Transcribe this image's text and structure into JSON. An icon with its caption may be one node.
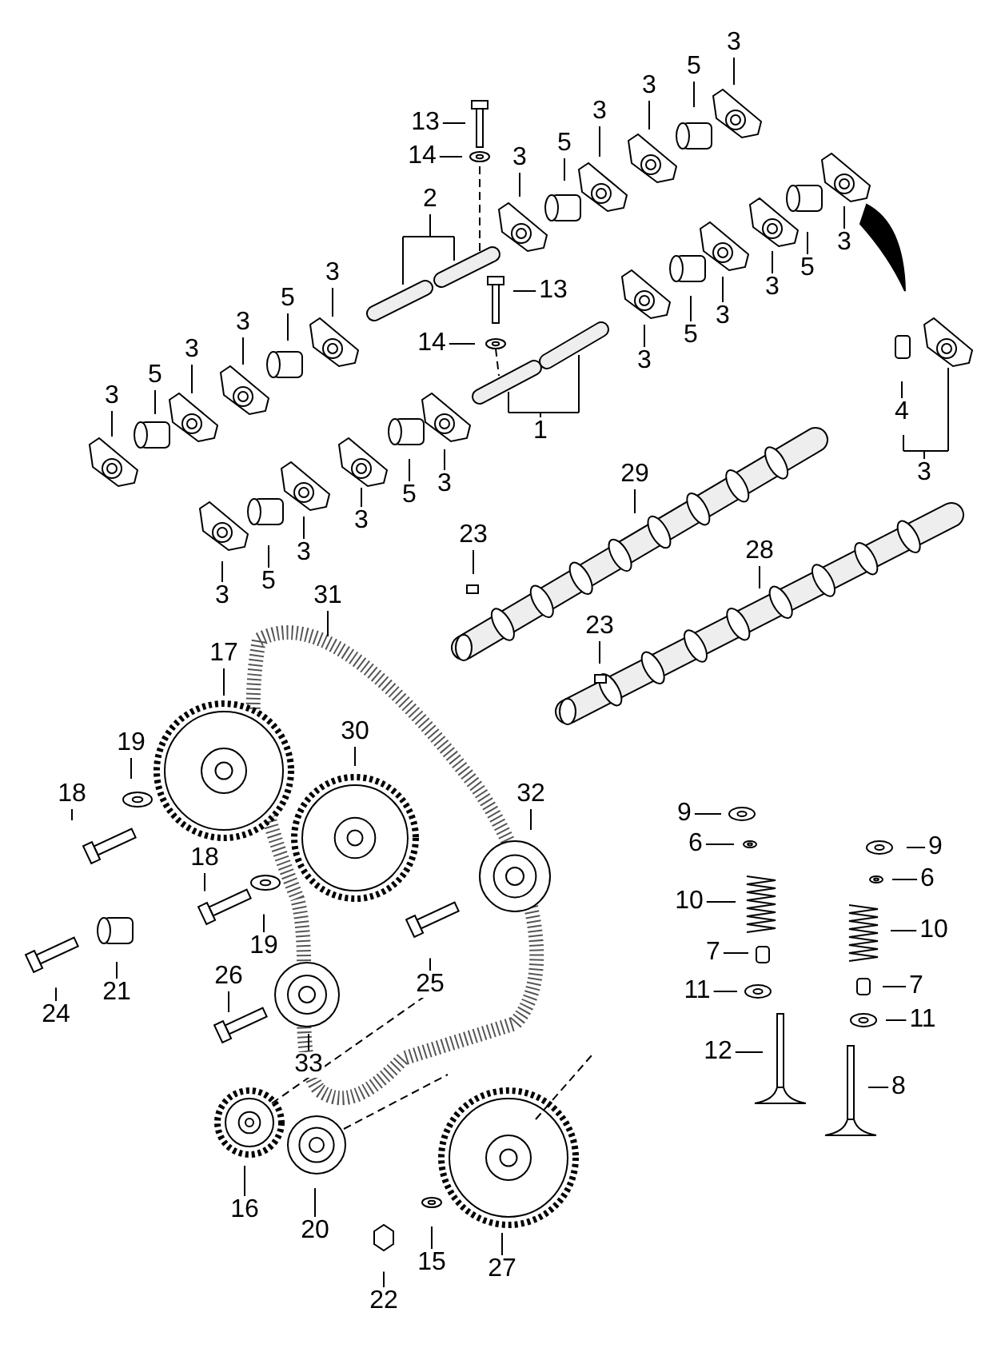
{
  "diagram": {
    "nodes": [
      {
        "text": [
          "3"
        ]
      },
      {
        "text": [
          "5"
        ]
      },
      {
        "text": [
          "3"
        ]
      },
      {
        "text": [
          "3"
        ]
      },
      {
        "text": [
          "13"
        ]
      },
      {
        "text": [
          "5"
        ]
      },
      {
        "text": [
          "14"
        ]
      },
      {
        "text": [
          "3"
        ]
      },
      {
        "text": [
          "2"
        ]
      },
      {
        "text": [
          "3"
        ]
      },
      {
        "text": [
          "5"
        ]
      },
      {
        "text": [
          "3"
        ]
      },
      {
        "text": [
          "13"
        ]
      },
      {
        "text": [
          "3"
        ]
      },
      {
        "text": [
          "5"
        ]
      },
      {
        "text": [
          "3"
        ]
      },
      {
        "text": [
          "3"
        ]
      },
      {
        "text": [
          "5"
        ]
      },
      {
        "text": [
          "14"
        ]
      },
      {
        "text": [
          "3"
        ]
      },
      {
        "text": [
          "3"
        ]
      },
      {
        "text": [
          "5"
        ]
      },
      {
        "text": [
          "3"
        ]
      },
      {
        "text": [
          "4"
        ]
      },
      {
        "text": [
          "1"
        ]
      },
      {
        "text": [
          "3"
        ]
      },
      {
        "text": [
          "29"
        ]
      },
      {
        "text": [
          "3"
        ]
      },
      {
        "text": [
          "5"
        ]
      },
      {
        "text": [
          "3"
        ]
      },
      {
        "text": [
          "23"
        ]
      },
      {
        "text": [
          "28"
        ]
      },
      {
        "text": [
          "3"
        ]
      },
      {
        "text": [
          "5"
        ]
      },
      {
        "text": [
          "3"
        ]
      },
      {
        "text": [
          "31"
        ]
      },
      {
        "text": [
          "23"
        ]
      },
      {
        "text": [
          "17"
        ]
      },
      {
        "text": [
          "30"
        ]
      },
      {
        "text": [
          "19"
        ]
      },
      {
        "text": [
          "18"
        ]
      },
      {
        "text": [
          "32"
        ]
      },
      {
        "text": [
          "9"
        ]
      },
      {
        "text": [
          "6"
        ]
      },
      {
        "text": [
          "9"
        ]
      },
      {
        "text": [
          "18"
        ]
      },
      {
        "text": [
          "6"
        ]
      },
      {
        "text": [
          "10"
        ]
      },
      {
        "text": [
          "10"
        ]
      },
      {
        "text": [
          "19"
        ]
      },
      {
        "text": [
          "7"
        ]
      },
      {
        "text": [
          "25"
        ]
      },
      {
        "text": [
          "26"
        ]
      },
      {
        "text": [
          "7"
        ]
      },
      {
        "text": [
          "11"
        ]
      },
      {
        "text": [
          "21"
        ]
      },
      {
        "text": [
          "24"
        ]
      },
      {
        "text": [
          "11"
        ]
      },
      {
        "text": [
          "12"
        ]
      },
      {
        "text": [
          "33"
        ]
      },
      {
        "text": [
          "8"
        ]
      },
      {
        "text": [
          "16"
        ]
      },
      {
        "text": [
          "20"
        ]
      },
      {
        "text": [
          "15"
        ]
      },
      {
        "text": [
          "27"
        ]
      },
      {
        "text": [
          "22"
        ]
      }
    ],
    "edges": [
      {
        "from": 0,
        "to": null,
        "arrow": "none"
      },
      {
        "from": 1,
        "to": null,
        "arrow": "none"
      },
      {
        "from": 2,
        "to": null,
        "arrow": "none"
      },
      {
        "from": 3,
        "to": null,
        "arrow": "none"
      },
      {
        "from": 4,
        "to": null,
        "arrow": "none"
      },
      {
        "from": 5,
        "to": null,
        "arrow": "none"
      },
      {
        "from": 6,
        "to": null,
        "arrow": "none"
      },
      {
        "from": 7,
        "to": null,
        "arrow": "none"
      },
      {
        "from": 8,
        "to": null,
        "arrow": "none"
      },
      {
        "from": 9,
        "to": null,
        "arrow": "none"
      },
      {
        "from": 10,
        "to": null,
        "arrow": "none"
      },
      {
        "from": 11,
        "to": null,
        "arrow": "none"
      },
      {
        "from": 12,
        "to": null,
        "arrow": "none"
      },
      {
        "from": 13,
        "to": null,
        "arrow": "none"
      },
      {
        "from": 14,
        "to": null,
        "arrow": "none"
      },
      {
        "from": 15,
        "to": null,
        "arrow": "none"
      },
      {
        "from": 16,
        "to": null,
        "arrow": "none"
      },
      {
        "from": 17,
        "to": null,
        "arrow": "none"
      },
      {
        "from": 18,
        "to": null,
        "arrow": "none"
      },
      {
        "from": 19,
        "to": null,
        "arrow": "none"
      },
      {
        "from": 20,
        "to": null,
        "arrow": "none"
      },
      {
        "from": 21,
        "to": null,
        "arrow": "none"
      },
      {
        "from": 22,
        "to": null,
        "arrow": "none"
      },
      {
        "from": 23,
        "to": null,
        "arrow": "none"
      },
      {
        "from": 24,
        "to": null,
        "arrow": "none"
      },
      {
        "from": 25,
        "to": null,
        "arrow": "none"
      },
      {
        "from": 26,
        "to": null,
        "arrow": "none"
      },
      {
        "from": 27,
        "to": null,
        "arrow": "none"
      },
      {
        "from": 28,
        "to": null,
        "arrow": "none"
      },
      {
        "from": 29,
        "to": null,
        "arrow": "none"
      },
      {
        "from": 30,
        "to": null,
        "arrow": "none"
      },
      {
        "from": 31,
        "to": null,
        "arrow": "none"
      },
      {
        "from": 32,
        "to": null,
        "arrow": "none"
      },
      {
        "from": 33,
        "to": null,
        "arrow": "none"
      },
      {
        "from": 34,
        "to": null,
        "arrow": "none"
      },
      {
        "from": 35,
        "to": null,
        "arrow": "none"
      },
      {
        "from": 36,
        "to": null,
        "arrow": "none"
      },
      {
        "from": 37,
        "to": null,
        "arrow": "none"
      },
      {
        "from": 38,
        "to": null,
        "arrow": "none"
      },
      {
        "from": 39,
        "to": null,
        "arrow": "none"
      },
      {
        "from": 40,
        "to": null,
        "arrow": "none"
      },
      {
        "from": 41,
        "to": null,
        "arrow": "none"
      },
      {
        "from": 42,
        "to": null,
        "arrow": "none"
      },
      {
        "from": 43,
        "to": null,
        "arrow": "none"
      },
      {
        "from": 44,
        "to": null,
        "arrow": "none"
      },
      {
        "from": 45,
        "to": null,
        "arrow": "none"
      },
      {
        "from": 46,
        "to": null,
        "arrow": "none"
      },
      {
        "from": 47,
        "to": null,
        "arrow": "none"
      },
      {
        "from": 48,
        "to": null,
        "arrow": "none"
      },
      {
        "from": 49,
        "to": null,
        "arrow": "none"
      },
      {
        "from": 50,
        "to": null,
        "arrow": "none"
      },
      {
        "from": 51,
        "to": null,
        "arrow": "none"
      },
      {
        "from": 52,
        "to": null,
        "arrow": "none"
      },
      {
        "from": 53,
        "to": null,
        "arrow": "none"
      },
      {
        "from": 54,
        "to": null,
        "arrow": "none"
      },
      {
        "from": 55,
        "to": null,
        "arrow": "none"
      },
      {
        "from": 56,
        "to": null,
        "arrow": "none"
      },
      {
        "from": 57,
        "to": null,
        "arrow": "none"
      },
      {
        "from": 58,
        "to": null,
        "arrow": "none"
      },
      {
        "from": 59,
        "to": null,
        "arrow": "none"
      },
      {
        "from": 60,
        "to": null,
        "arrow": "none"
      },
      {
        "from": 61,
        "to": null,
        "arrow": "none"
      },
      {
        "from": 62,
        "to": null,
        "arrow": "none"
      },
      {
        "from": 63,
        "to": null,
        "arrow": "none"
      },
      {
        "from": 64,
        "to": null,
        "arrow": "none"
      },
      {
        "from": 65,
        "to": null,
        "arrow": "none"
      }
    ]
  }
}
